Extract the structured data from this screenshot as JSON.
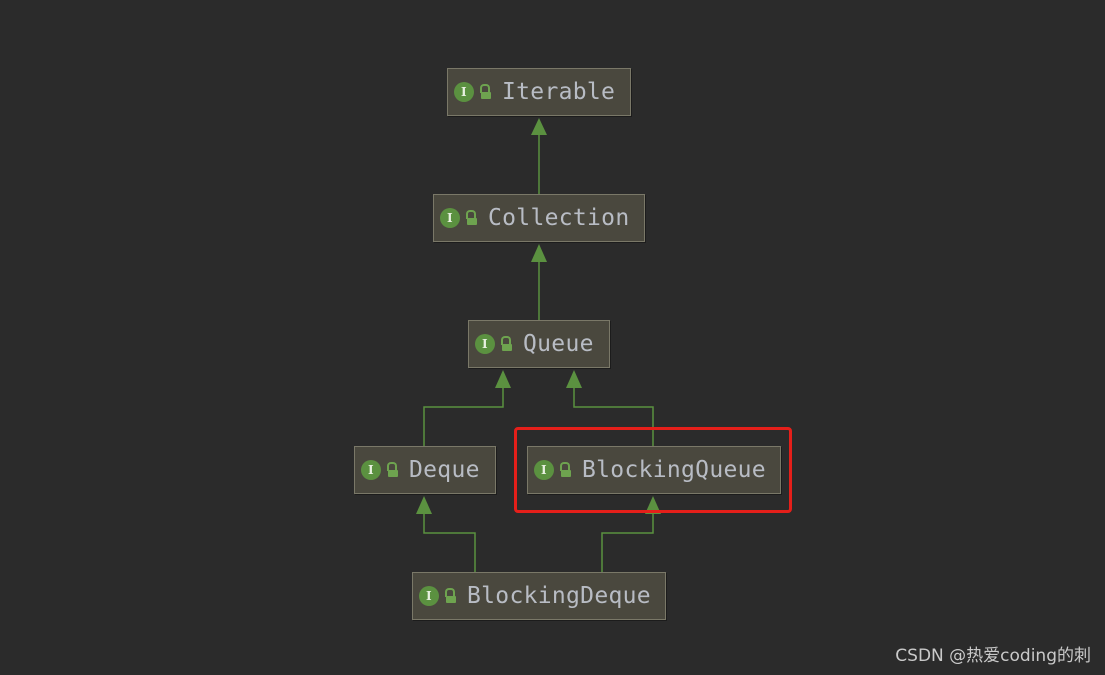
{
  "diagram": {
    "nodes": [
      {
        "id": "iterable",
        "label": "Iterable",
        "kind": "interface",
        "icon": "interface-icon",
        "access": "public"
      },
      {
        "id": "collection",
        "label": "Collection",
        "kind": "interface",
        "icon": "interface-icon",
        "access": "public"
      },
      {
        "id": "queue",
        "label": "Queue",
        "kind": "interface",
        "icon": "interface-icon",
        "access": "public"
      },
      {
        "id": "deque",
        "label": "Deque",
        "kind": "interface",
        "icon": "interface-icon",
        "access": "public"
      },
      {
        "id": "blocking_queue",
        "label": "BlockingQueue",
        "kind": "interface",
        "icon": "interface-icon",
        "access": "public",
        "highlighted": true
      },
      {
        "id": "blocking_deque",
        "label": "BlockingDeque",
        "kind": "interface",
        "icon": "interface-icon",
        "access": "public"
      }
    ],
    "edges": [
      {
        "from": "collection",
        "to": "iterable",
        "type": "extends"
      },
      {
        "from": "queue",
        "to": "collection",
        "type": "extends"
      },
      {
        "from": "deque",
        "to": "queue",
        "type": "extends"
      },
      {
        "from": "blocking_queue",
        "to": "queue",
        "type": "extends"
      },
      {
        "from": "blocking_deque",
        "to": "deque",
        "type": "extends"
      },
      {
        "from": "blocking_deque",
        "to": "blocking_queue",
        "type": "extends"
      }
    ],
    "interface_badge": "I",
    "colors": {
      "background": "#2b2b2b",
      "node_fill": "#4a483e",
      "node_border": "#7a7868",
      "edge": "#5b9140",
      "highlight": "#e51f1a",
      "label": "#b8bcc4"
    }
  },
  "watermark": "CSDN @热爱coding的刺"
}
